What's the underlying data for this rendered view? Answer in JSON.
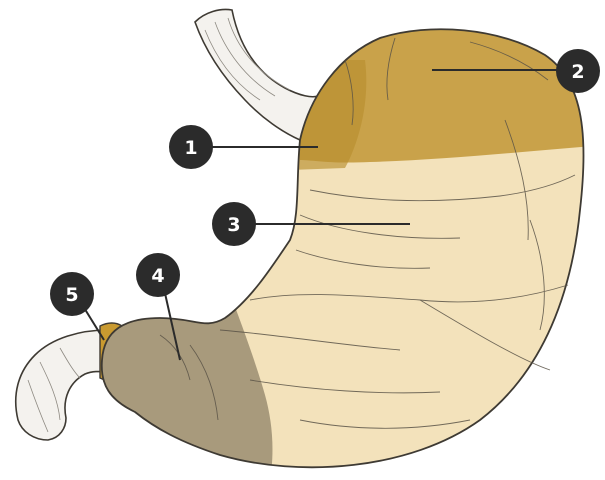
{
  "diagram": {
    "subject": "stomach",
    "colors": {
      "fundus": "#c9a24a",
      "body": "#f3e2bb",
      "antrum": "#a89a7c",
      "pylorus": "#c99a30",
      "tube": "#f4f2ee",
      "outline": "#3e3a33",
      "marker": "#2b2b2b",
      "marker_text": "#ffffff"
    },
    "callouts": [
      {
        "label": "1",
        "target": "cardia"
      },
      {
        "label": "2",
        "target": "fundus"
      },
      {
        "label": "3",
        "target": "body"
      },
      {
        "label": "4",
        "target": "pyloric-antrum"
      },
      {
        "label": "5",
        "target": "pyloric-sphincter"
      }
    ]
  }
}
